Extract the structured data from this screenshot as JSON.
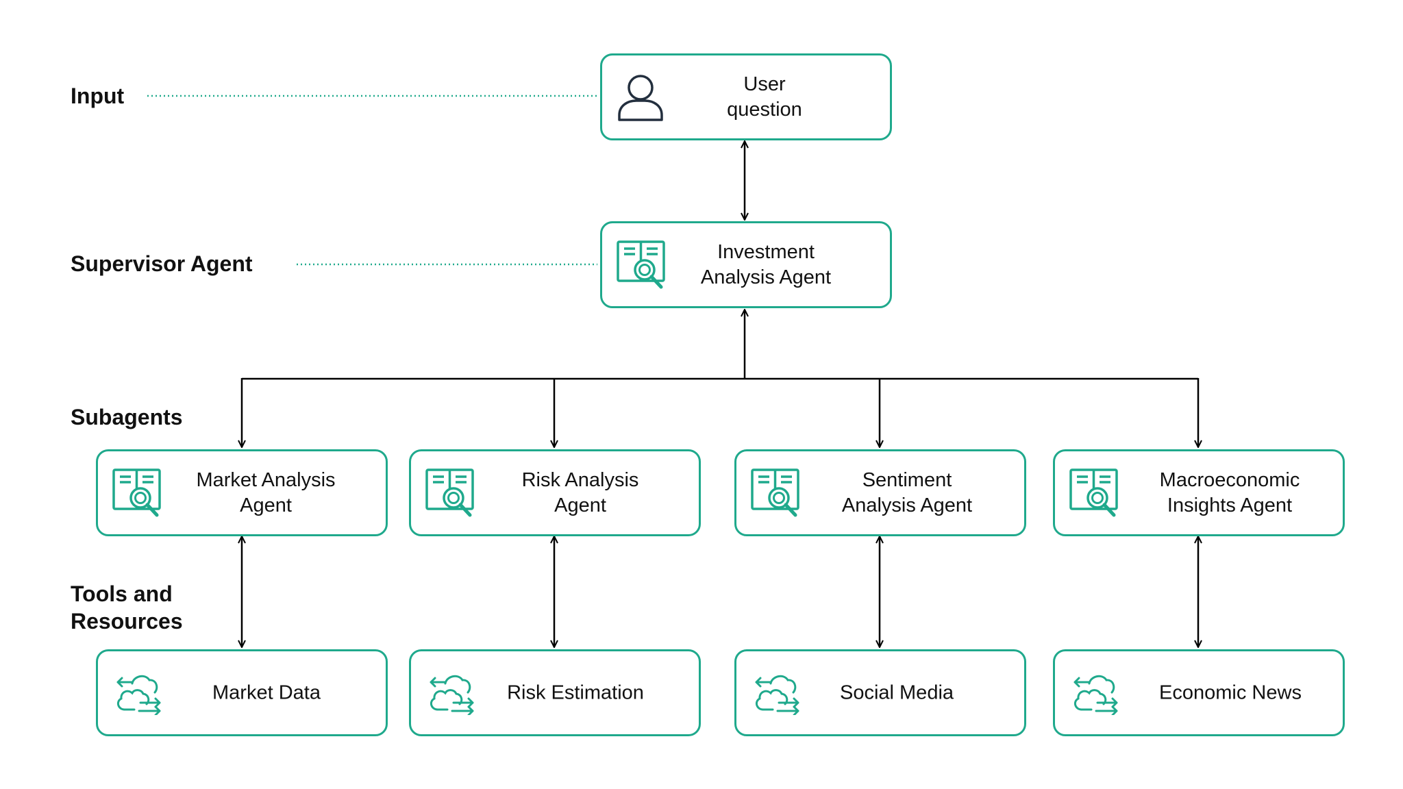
{
  "colors": {
    "accent": "#1fa98c",
    "line": "#000000",
    "text": "#111111",
    "user_icon": "#232f3e"
  },
  "labels": {
    "input": "Input",
    "supervisor": "Supervisor Agent",
    "subagents": "Subagents",
    "tools_line1": "Tools and",
    "tools_line2": "Resources"
  },
  "nodes": {
    "user": {
      "line1": "User",
      "line2": "question",
      "icon": "user-icon"
    },
    "supervisor": {
      "line1": "Investment",
      "line2": "Analysis Agent",
      "icon": "document-search-icon"
    },
    "subagents": [
      {
        "line1": "Market Analysis",
        "line2": "Agent",
        "icon": "document-search-icon"
      },
      {
        "line1": "Risk Analysis",
        "line2": "Agent",
        "icon": "document-search-icon"
      },
      {
        "line1": "Sentiment",
        "line2": "Analysis Agent",
        "icon": "document-search-icon"
      },
      {
        "line1": "Macroeconomic",
        "line2": "Insights Agent",
        "icon": "document-search-icon"
      }
    ],
    "tools": [
      {
        "label": "Market Data",
        "icon": "cloud-transfer-icon"
      },
      {
        "label": "Risk Estimation",
        "icon": "cloud-transfer-icon"
      },
      {
        "label": "Social Media",
        "icon": "cloud-transfer-icon"
      },
      {
        "label": "Economic News",
        "icon": "cloud-transfer-icon"
      }
    ]
  }
}
